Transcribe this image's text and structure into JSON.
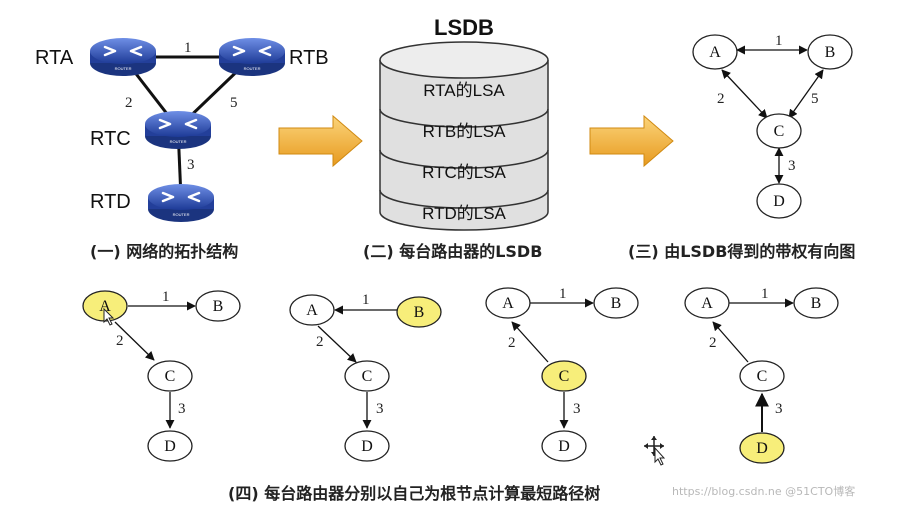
{
  "topology": {
    "routers": [
      "RTA",
      "RTB",
      "RTC",
      "RTD"
    ],
    "router_badge": "ROUTER",
    "links": [
      {
        "a": "RTA",
        "b": "RTB",
        "cost": "1"
      },
      {
        "a": "RTA",
        "b": "RTC",
        "cost": "2"
      },
      {
        "a": "RTB",
        "b": "RTC",
        "cost": "5"
      },
      {
        "a": "RTC",
        "b": "RTD",
        "cost": "3"
      }
    ],
    "caption": "(一) 网络的拓扑结构"
  },
  "lsdb": {
    "title": "LSDB",
    "entries": [
      "RTA的LSA",
      "RTB的LSA",
      "RTC的LSA",
      "RTD的LSA"
    ],
    "caption": "(二) 每台路由器的LSDB"
  },
  "graph": {
    "nodes": [
      "A",
      "B",
      "C",
      "D"
    ],
    "edges": [
      {
        "a": "A",
        "b": "B",
        "cost": "1"
      },
      {
        "a": "A",
        "b": "C",
        "cost": "2"
      },
      {
        "a": "B",
        "b": "C",
        "cost": "5"
      },
      {
        "a": "C",
        "b": "D",
        "cost": "3"
      }
    ],
    "caption": "(三) 由LSDB得到的带权有向图"
  },
  "trees": {
    "roots": [
      "A",
      "B",
      "C",
      "D"
    ],
    "caption": "(四) 每台路由器分别以自己为根节点计算最短路径树"
  },
  "colors": {
    "highlight": "#f7ee7a",
    "arrow_fill": "#f5b53a",
    "db_fill": "#e2e2e2",
    "router_blue": "#2b4fb8"
  },
  "watermark": "https://blog.csdn.ne @51CTO博客"
}
